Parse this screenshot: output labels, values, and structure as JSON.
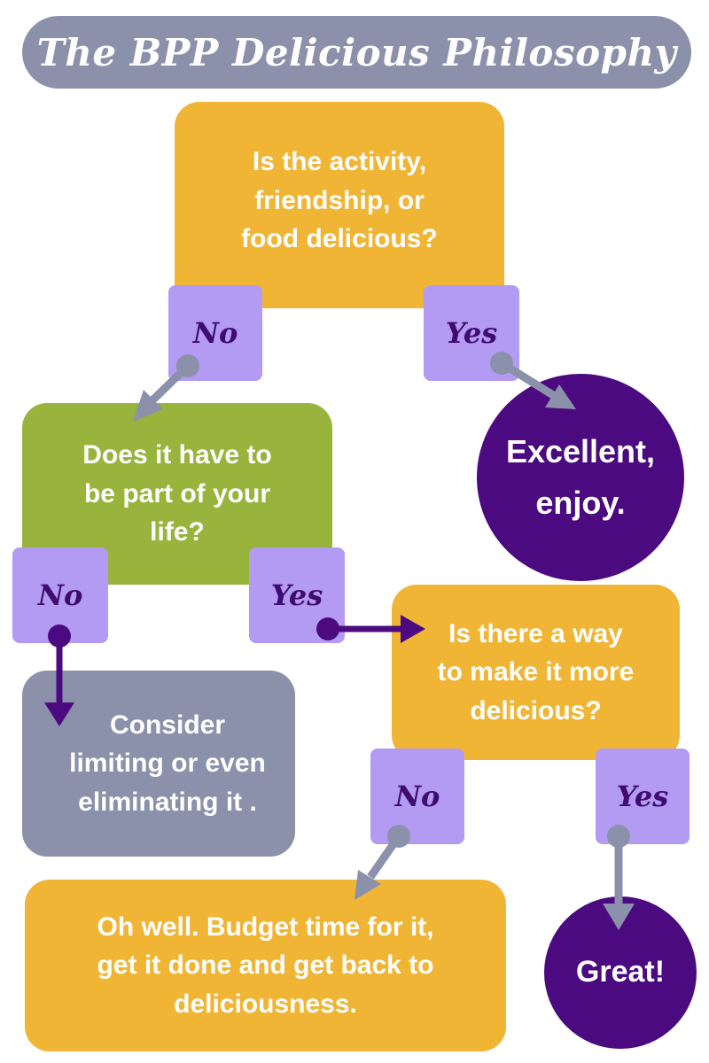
{
  "title": "The BPP Delicious Philosophy",
  "nodes": {
    "q1": "Is the activity,\nfriendship, or\nfood delicious?",
    "excellent": "Excellent,\nenjoy.",
    "q2": "Does it have to\nbe part of your\nlife?",
    "consider": "Consider\nlimiting or even\neliminating it .",
    "q3": "Is there a way\nto make it more\ndelicious?",
    "oh_well": "Oh well. Budget time for it,\nget it done and get back to\ndeliciousness.",
    "great": "Great!"
  },
  "labels": {
    "no": "No",
    "yes": "Yes"
  },
  "colors": {
    "orange": "#f0b535",
    "green": "#98b43c",
    "grey": "#8b91aa",
    "purple": "#4b0a7f",
    "lavender": "#b39af3"
  }
}
